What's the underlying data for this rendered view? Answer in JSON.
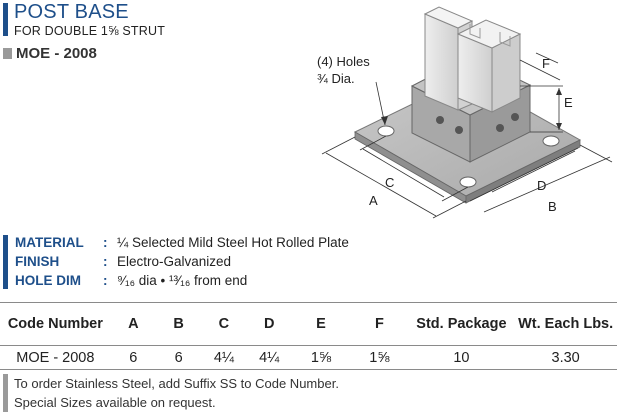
{
  "header": {
    "title": "POST BASE",
    "subtitle": "FOR DOUBLE 1⅝ STRUT",
    "code": "MOE - 2008"
  },
  "drawing": {
    "holes_label_line1": "(4) Holes",
    "holes_label_line2": "¾  Dia.",
    "dim_A_front": "A",
    "dim_C_front": "C",
    "dim_D_side": "D",
    "dim_B_side": "B",
    "dim_E": "E",
    "dim_F": "F"
  },
  "specs": [
    {
      "label": "MATERIAL",
      "colon": ":",
      "value": "¼ Selected Mild Steel Hot Rolled Plate"
    },
    {
      "label": "FINISH",
      "colon": ":",
      "value": "Electro-Galvanized"
    },
    {
      "label": "HOLE DIM",
      "colon": ":",
      "value": "⁹⁄₁₆ dia  •  ¹³⁄₁₆ from end"
    }
  ],
  "table": {
    "headers": [
      "Code Number",
      "A",
      "B",
      "C",
      "D",
      "E",
      "F",
      "Std. Package",
      "Wt. Each Lbs."
    ],
    "rows": [
      [
        "MOE - 2008",
        "6",
        "6",
        "4¼",
        "4¼",
        "1⅝",
        "1⅝",
        "10",
        "3.30"
      ]
    ]
  },
  "notes": [
    "To order Stainless Steel, add Suffix SS to Code Number.",
    "Special Sizes available on request."
  ],
  "colors": {
    "accent": "#1e4f8a",
    "gray_marker": "#9a9a9a",
    "plate": "#b8b8b8",
    "strut": "#e2e2e2"
  }
}
